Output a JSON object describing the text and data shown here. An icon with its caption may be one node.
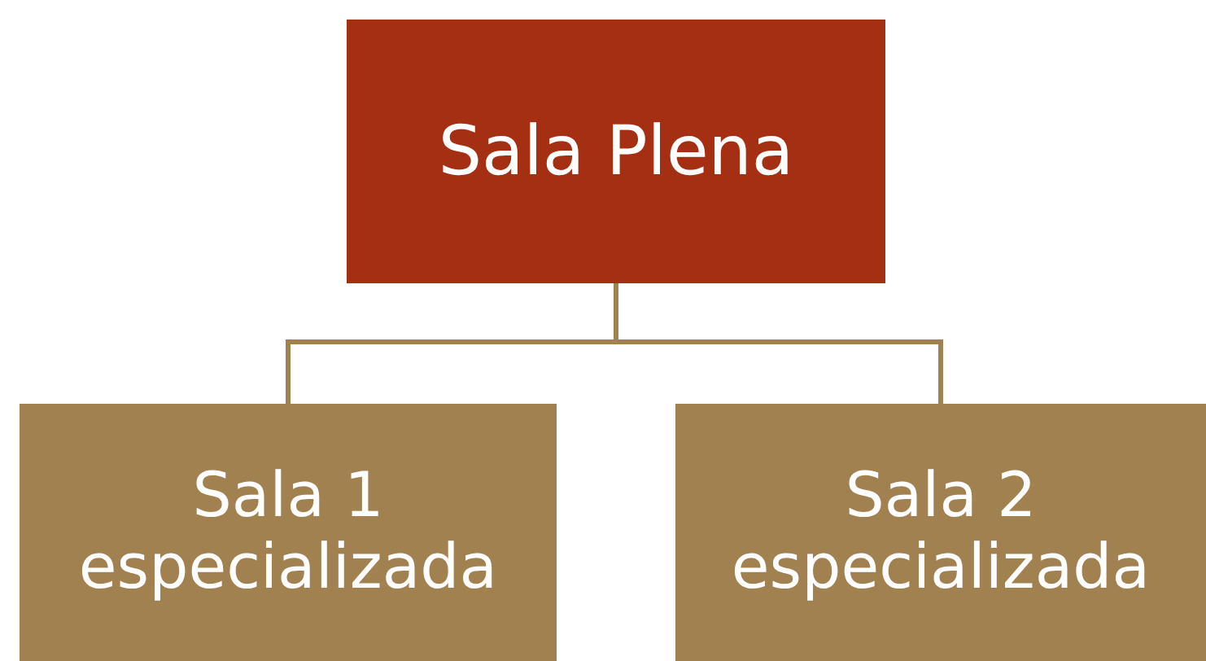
{
  "diagram": {
    "nodes": [
      {
        "text": [
          "Sala Plena"
        ]
      },
      {
        "text": [
          "Sala 1 especializada"
        ]
      },
      {
        "text": [
          "Sala 2 especializada"
        ]
      }
    ],
    "edges": [
      {
        "from": 0,
        "to": 1,
        "arrow": "none"
      },
      {
        "from": 0,
        "to": 2,
        "arrow": "none"
      }
    ]
  }
}
